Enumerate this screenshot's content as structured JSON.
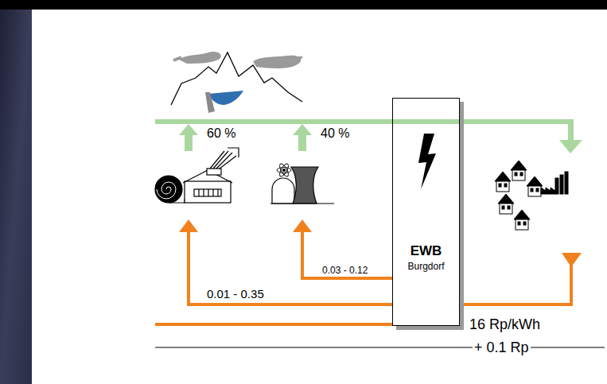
{
  "diagram": {
    "nodes": [
      {
        "text": [
          "EWB",
          "Burgdorf"
        ]
      }
    ],
    "labels": [
      "60 %",
      "40 %",
      "0.03 - 0.12",
      "0.01 - 0.35",
      "16 Rp/kWh",
      "+ 0.1 Rp"
    ]
  }
}
